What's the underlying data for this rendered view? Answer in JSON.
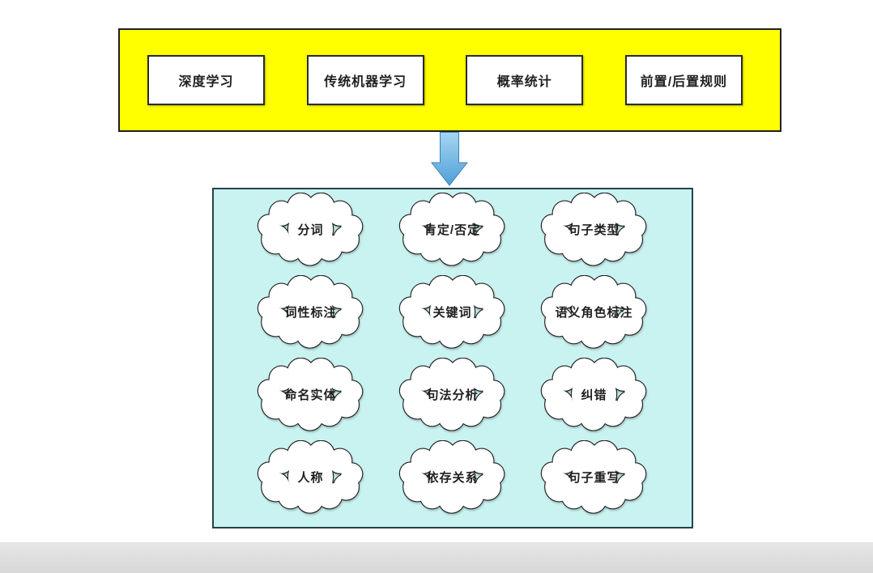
{
  "page": {
    "background": "#ffffff"
  },
  "methods_panel": {
    "bg": "#ffff00",
    "border": "#1f1f1f",
    "items": [
      {
        "label": "深度学习"
      },
      {
        "label": "传统机器学习"
      },
      {
        "label": "概率统计"
      },
      {
        "label": "前置/后置规则"
      }
    ]
  },
  "arrow": {
    "direction": "down",
    "fill_top": "#a6d6f2",
    "fill_bottom": "#4f9fd8",
    "stroke": "#3c7fb5"
  },
  "tasks_panel": {
    "bg": "#c9f3f1",
    "border": "#25424d",
    "rows": 4,
    "cols": 3,
    "items": [
      {
        "label": "分词"
      },
      {
        "label": "肯定/否定"
      },
      {
        "label": "句子类型"
      },
      {
        "label": "词性标注"
      },
      {
        "label": "关键词"
      },
      {
        "label": "语义角色标注"
      },
      {
        "label": "命名实体"
      },
      {
        "label": "句法分析"
      },
      {
        "label": "纠错"
      },
      {
        "label": "人称"
      },
      {
        "label": "依存关系"
      },
      {
        "label": "句子重写"
      }
    ]
  },
  "footer": {
    "bg": "#e2e2e2"
  }
}
